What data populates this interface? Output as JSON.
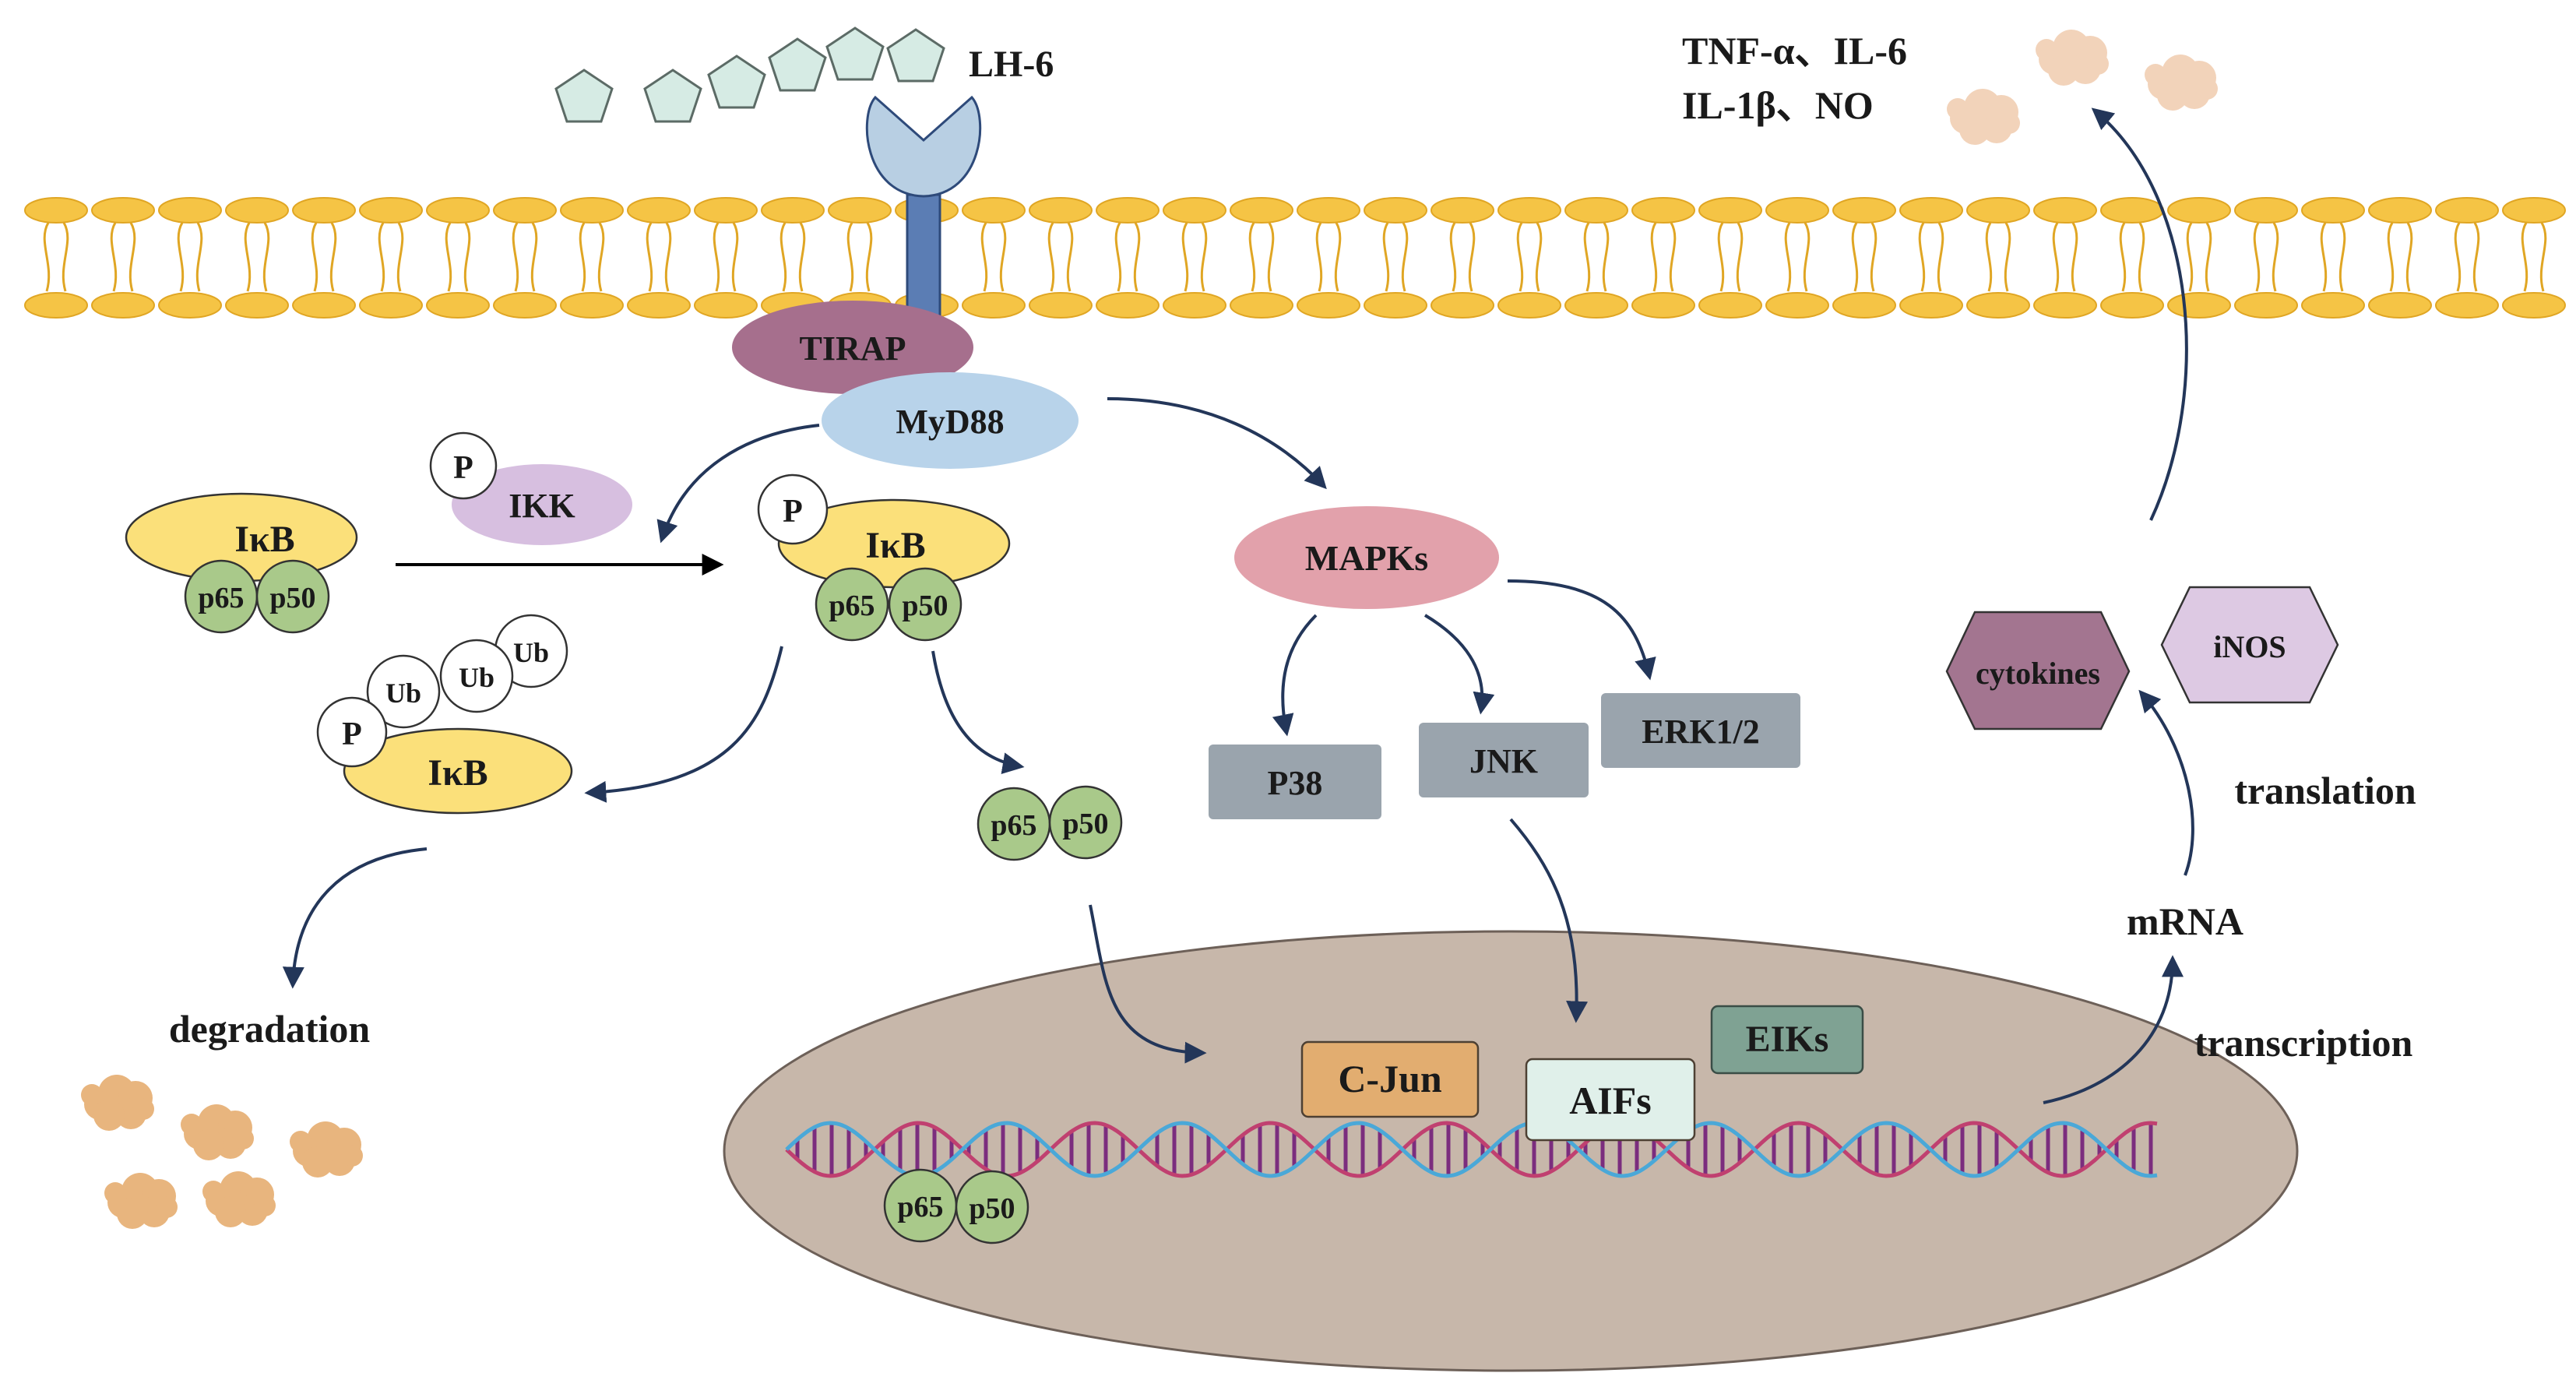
{
  "ligand": {
    "label": "LH-6",
    "icon": "pentagon-chain-icon"
  },
  "receptor": {
    "icon": "receptor-icon"
  },
  "adaptors": {
    "tirap": "TIRAP",
    "myd88": "MyD88"
  },
  "ikk": {
    "label": "IKK",
    "phospho": "P"
  },
  "ikb_complex_left": {
    "ikb": "IκB",
    "p65": "p65",
    "p50": "p50"
  },
  "ikb_complex_phospho": {
    "phospho": "P",
    "ikb": "IκB",
    "p65": "p65",
    "p50": "p50"
  },
  "ikb_ubiquitinated": {
    "phospho": "P",
    "ikb": "IκB",
    "ub": [
      "Ub",
      "Ub",
      "Ub"
    ]
  },
  "degradation": {
    "label": "degradation"
  },
  "free_dimer": {
    "p65": "p65",
    "p50": "p50"
  },
  "nuclear_dimer": {
    "p65": "p65",
    "p50": "p50"
  },
  "mapk": {
    "label": "MAPKs",
    "branches": [
      "P38",
      "JNK",
      "ERK1/2"
    ]
  },
  "nucleus": {
    "factors": {
      "cjun": "C-Jun",
      "aifs": "AIFs",
      "eiks": "EIKs"
    }
  },
  "expression": {
    "transcription": "transcription",
    "mrna": "mRNA",
    "translation": "translation"
  },
  "products": {
    "cytokines": "cytokines",
    "inos": "iNOS"
  },
  "secreted": {
    "line1": "TNF-α、IL-6",
    "line2": "IL-1β、NO"
  },
  "colors": {
    "lipid": "#f5c445",
    "receptor": "#b8cfe3",
    "receptor_stem": "#5b7db4",
    "tirap": "#a66f8d",
    "myd88": "#b8d3ea",
    "ikk": "#d7bfe0",
    "ikb": "#fbe07a",
    "p65_p50": "#a9c98a",
    "mapk": "#e2a1ab",
    "grey_box": "#9aa4ad",
    "cjun": "#e2ad70",
    "aifs": "#e0f0ea",
    "eiks": "#7fa293",
    "nucleus": "#c7b7aa",
    "cytokines": "#a37590",
    "inos": "#ddc9e3",
    "arrow": "#233659",
    "cloud": "#e8b57e"
  }
}
